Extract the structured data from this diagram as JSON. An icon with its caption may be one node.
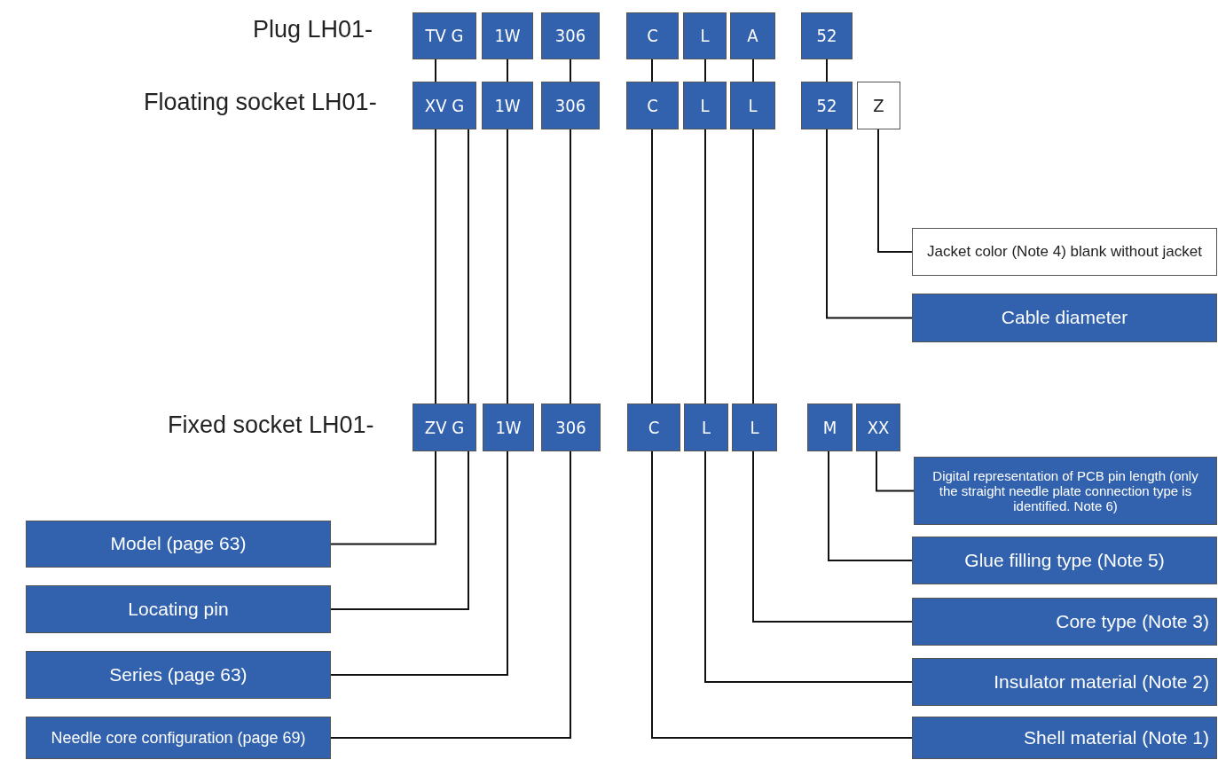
{
  "diagram": {
    "nodes": [
      {
        "text": [
          "TV G"
        ]
      },
      {
        "text": [
          "1W"
        ]
      },
      {
        "text": [
          "306"
        ]
      },
      {
        "text": [
          "C"
        ]
      },
      {
        "text": [
          "L"
        ]
      },
      {
        "text": [
          "A"
        ]
      },
      {
        "text": [
          "52"
        ]
      },
      {
        "text": [
          "XV G"
        ]
      },
      {
        "text": [
          "1W"
        ]
      },
      {
        "text": [
          "306"
        ]
      },
      {
        "text": [
          "C"
        ]
      },
      {
        "text": [
          "L"
        ]
      },
      {
        "text": [
          "L"
        ]
      },
      {
        "text": [
          "52"
        ]
      },
      {
        "text": [
          "Z"
        ]
      },
      {
        "text": [
          "Jacket color (Note 4) blank without jacket"
        ]
      },
      {
        "text": [
          "Cable diameter"
        ]
      },
      {
        "text": [
          "ZV G"
        ]
      },
      {
        "text": [
          "1W"
        ]
      },
      {
        "text": [
          "306"
        ]
      },
      {
        "text": [
          "C"
        ]
      },
      {
        "text": [
          "L"
        ]
      },
      {
        "text": [
          "L"
        ]
      },
      {
        "text": [
          "M"
        ]
      },
      {
        "text": [
          "XX"
        ]
      },
      {
        "text": [
          "Digital representation of PCB pin length (only the straight needle plate connection type is identified. Note 6)"
        ]
      },
      {
        "text": [
          "Model (page 63)"
        ]
      },
      {
        "text": [
          "Glue filling type (Note 5)"
        ]
      },
      {
        "text": [
          "Locating pin"
        ]
      },
      {
        "text": [
          "Core type (Note 3)"
        ]
      },
      {
        "text": [
          "Series (page 63)"
        ]
      },
      {
        "text": [
          "Insulator material (Note 2)"
        ]
      },
      {
        "text": [
          "Needle core configuration (page 69)"
        ]
      },
      {
        "text": [
          "Shell material (Note 1)"
        ]
      }
    ],
    "edges": [
      {
        "from": 0,
        "to": 7,
        "arrow": "none"
      },
      {
        "from": 1,
        "to": 8,
        "arrow": "none"
      },
      {
        "from": 2,
        "to": 9,
        "arrow": "none"
      },
      {
        "from": 3,
        "to": 10,
        "arrow": "none"
      },
      {
        "from": 4,
        "to": 11,
        "arrow": "none"
      },
      {
        "from": 5,
        "to": 12,
        "arrow": "none"
      },
      {
        "from": 6,
        "to": 13,
        "arrow": "none"
      },
      {
        "from": 7,
        "to": 17,
        "arrow": "none"
      },
      {
        "from": 7,
        "to": 17,
        "arrow": "none"
      },
      {
        "from": 8,
        "to": 18,
        "arrow": "none"
      },
      {
        "from": 9,
        "to": 19,
        "arrow": "none"
      },
      {
        "from": 10,
        "to": 20,
        "arrow": "none"
      },
      {
        "from": 11,
        "to": 21,
        "arrow": "none"
      },
      {
        "from": 12,
        "to": 22,
        "arrow": "none"
      },
      {
        "from": 14,
        "to": 15,
        "arrow": "none"
      },
      {
        "from": 13,
        "to": 16,
        "arrow": "none"
      },
      {
        "from": 24,
        "to": 25,
        "arrow": "none"
      },
      {
        "from": 17,
        "to": 26,
        "arrow": "none"
      },
      {
        "from": 23,
        "to": 27,
        "arrow": "none"
      },
      {
        "from": 17,
        "to": 28,
        "arrow": "none"
      },
      {
        "from": 22,
        "to": 29,
        "arrow": "none"
      },
      {
        "from": 18,
        "to": 30,
        "arrow": "none"
      },
      {
        "from": 21,
        "to": 31,
        "arrow": "none"
      },
      {
        "from": 19,
        "to": 32,
        "arrow": "none"
      },
      {
        "from": 20,
        "to": 33,
        "arrow": "none"
      }
    ],
    "labels": [
      "Plug LH01-",
      "Floating socket LH01-",
      "Fixed socket LH01-"
    ]
  }
}
